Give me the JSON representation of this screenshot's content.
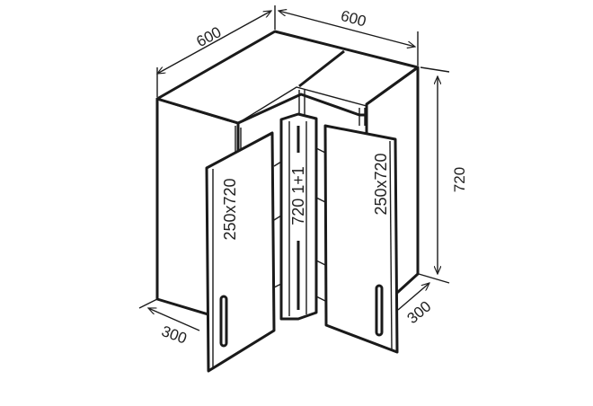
{
  "dimensions": {
    "width_left": "600",
    "width_right": "600",
    "height": "720",
    "depth_left": "300",
    "depth_right": "300"
  },
  "labels": {
    "left_door": "250x720",
    "right_door": "250x720",
    "center_post": "720 1+1"
  }
}
